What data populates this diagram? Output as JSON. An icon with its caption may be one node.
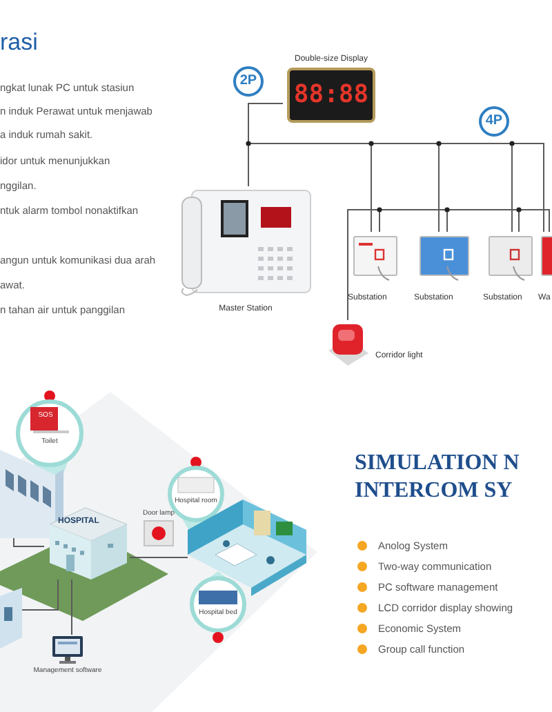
{
  "diagram": {
    "title": "SIMULATION N INTERCOM SY",
    "nodes": [
      {
        "text": [
          "Double-size Display",
          "88:88"
        ]
      },
      {
        "text": [
          "Master Station"
        ]
      },
      {
        "text": [
          "Substation"
        ]
      },
      {
        "text": [
          "Substation"
        ]
      },
      {
        "text": [
          "Substation"
        ]
      },
      {
        "text": [
          "Wa"
        ]
      },
      {
        "text": [
          "Corridor light"
        ]
      },
      {
        "text": [
          "SOS",
          "Toilet"
        ]
      },
      {
        "text": [],
        "shape": "picture"
      },
      {
        "text": [
          "HOSPITAL"
        ]
      },
      {
        "text": [
          "Door lamp"
        ]
      },
      {
        "text": [
          "Hospital room"
        ]
      },
      {
        "text": [],
        "shape": "picture"
      },
      {
        "text": [
          "Hospital bed"
        ]
      },
      {
        "text": [],
        "shape": "picture"
      },
      {
        "text": [
          "Management software"
        ]
      }
    ],
    "edges": [
      {
        "from": 1,
        "to": 0,
        "arrow": "none"
      },
      {
        "from": 1,
        "to": 2,
        "arrow": "none"
      },
      {
        "from": 1,
        "to": 3,
        "arrow": "none"
      },
      {
        "from": 1,
        "to": 4,
        "arrow": "none"
      },
      {
        "from": 1,
        "to": 5,
        "arrow": "none"
      },
      {
        "from": 6,
        "to": 2,
        "arrow": "none"
      },
      {
        "from": 6,
        "to": 3,
        "arrow": "none"
      },
      {
        "from": 6,
        "to": 4,
        "arrow": "none"
      },
      {
        "from": 6,
        "to": 5,
        "arrow": "none"
      },
      {
        "from": 8,
        "to": 9,
        "arrow": "none"
      },
      {
        "from": 9,
        "to": 12,
        "arrow": "none"
      },
      {
        "from": 9,
        "to": 14,
        "arrow": "none"
      },
      {
        "from": 9,
        "to": 15,
        "arrow": "none"
      }
    ],
    "labels": [
      "rasi",
      "ngkat lunak PC untuk stasiun",
      "n induk Perawat untuk menjawab",
      "a induk rumah sakit.",
      "idor untuk menunjukkan",
      "nggilan.",
      "ntuk alarm tombol nonaktifkan",
      "angun untuk komunikasi dua arah",
      "awat.",
      "n tahan air untuk panggilan",
      "2P",
      "4P",
      "Anolog System",
      "Two-way communication",
      "PC software management",
      "LCD corridor display showing",
      "Economic System",
      "Group call function"
    ]
  }
}
